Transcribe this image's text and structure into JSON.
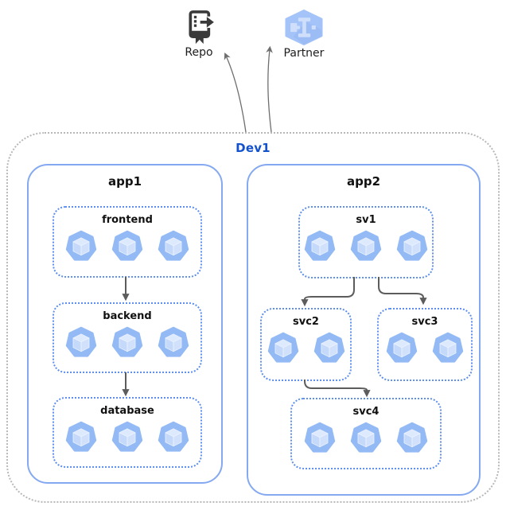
{
  "external_nodes": {
    "repo": {
      "label": "Repo",
      "icon": "source-repository-icon"
    },
    "partner": {
      "label": "Partner",
      "icon": "partner-hexagon-icon"
    }
  },
  "boundary": {
    "label": "Dev1"
  },
  "apps": {
    "app1": {
      "label": "app1",
      "services": {
        "frontend": {
          "label": "frontend",
          "pod_count": 3
        },
        "backend": {
          "label": "backend",
          "pod_count": 3
        },
        "database": {
          "label": "database",
          "pod_count": 3
        }
      }
    },
    "app2": {
      "label": "app2",
      "services": {
        "sv1": {
          "label": "sv1",
          "pod_count": 3
        },
        "svc2": {
          "label": "svc2",
          "pod_count": 2
        },
        "svc3": {
          "label": "svc3",
          "pod_count": 2
        },
        "svc4": {
          "label": "svc4",
          "pod_count": 3
        }
      }
    }
  },
  "edges": [
    {
      "from": "frontend",
      "to": "backend",
      "style": "solid-arrow"
    },
    {
      "from": "backend",
      "to": "database",
      "style": "solid-arrow"
    },
    {
      "from": "sv1",
      "to": "svc2",
      "style": "solid-arrow"
    },
    {
      "from": "sv1",
      "to": "svc3",
      "style": "solid-arrow"
    },
    {
      "from": "svc2",
      "to": "svc4",
      "style": "solid-arrow"
    },
    {
      "from": "Dev1",
      "to": "Repo",
      "style": "thin-curved-arrow"
    },
    {
      "from": "Dev1",
      "to": "Partner",
      "style": "thin-curved-arrow"
    }
  ],
  "colors": {
    "dev1_label": "#1352cc",
    "boundary_border": "#b8b8b8",
    "app_border": "#85a9f1",
    "service_border": "#5e8fee",
    "label_text": "#111111",
    "arrow": "#5c5c5c",
    "thin_arrow": "#6e6e6e",
    "pod_heptagon": "#93baf5",
    "pod_cube_top": "#dde9fd",
    "pod_cube_left": "#c5d9fb",
    "pod_cube_right": "#d1e1fc",
    "repo_icon": "#3a3a3a",
    "partner_hexagon": "#a4c3f9",
    "partner_glyph": "#cfdffb"
  }
}
